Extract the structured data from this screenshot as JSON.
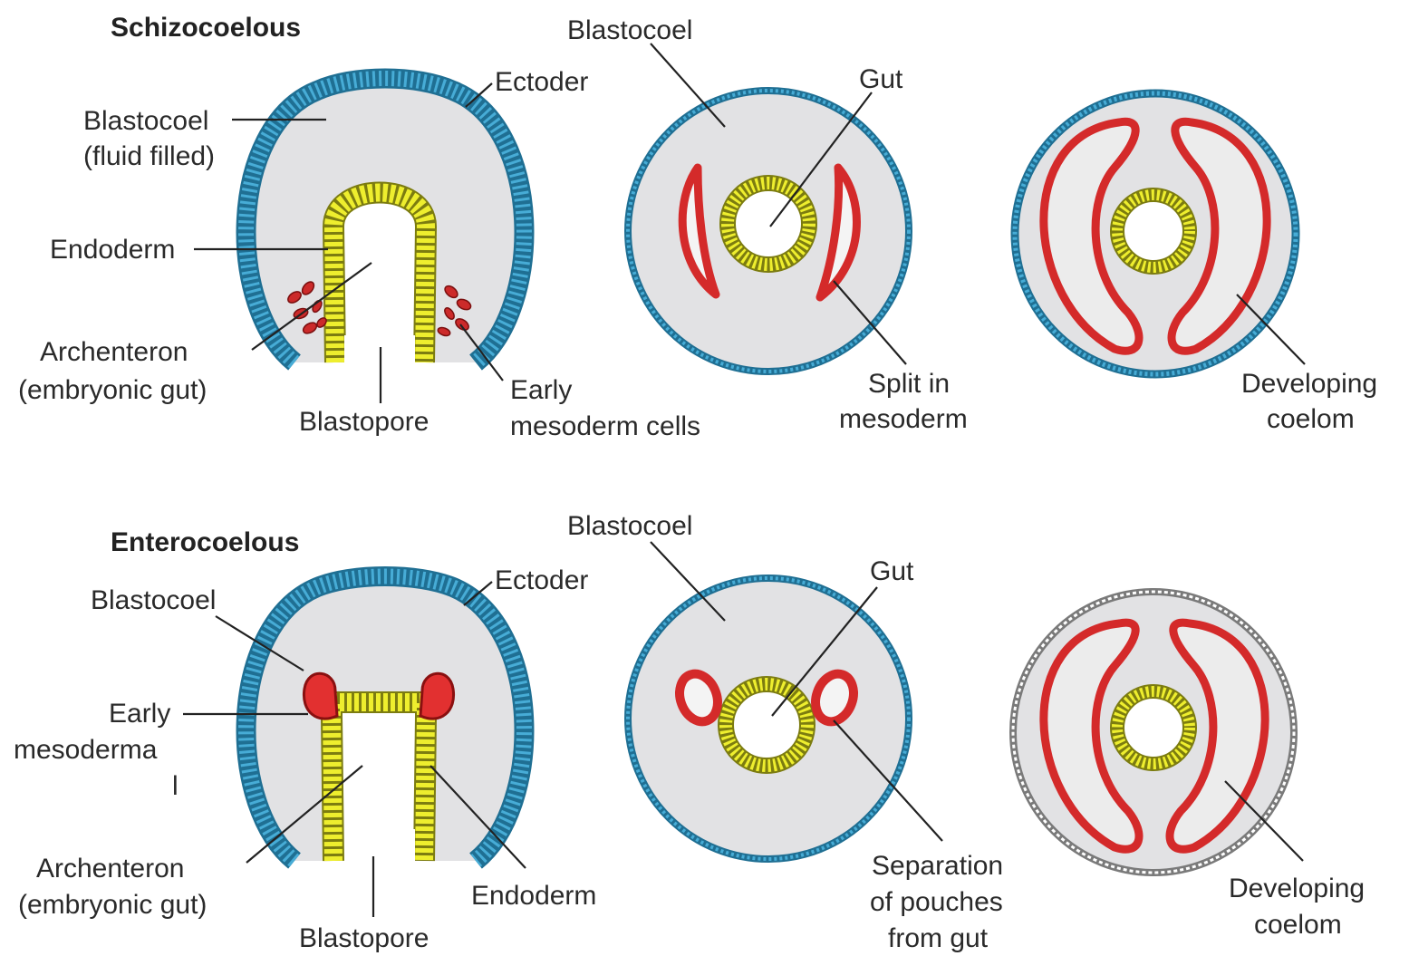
{
  "sections": {
    "schizo": {
      "title": "Schizocoelous",
      "gastrula": {
        "blastocoel": [
          "Blastocoel",
          "(fluid filled)"
        ],
        "ectoderm": "Ectoder",
        "endoderm": "Endoderm",
        "archenteron": [
          "Archenteron",
          "(embryonic gut)"
        ],
        "blastopore": "Blastopore",
        "early_mesoderm": [
          "Early",
          "mesoderm cells"
        ]
      },
      "section2": {
        "blastocoel": "Blastocoel",
        "gut": "Gut",
        "split": [
          "Split in",
          "mesoderm"
        ]
      },
      "section3": {
        "coelom": [
          "Developing",
          "coelom"
        ]
      }
    },
    "entero": {
      "title": "Enterocoelous",
      "gastrula": {
        "blastocoel": "Blastocoel",
        "ectoderm": "Ectoder",
        "early_mesoderm": [
          "Early",
          "mesoderma",
          "l"
        ],
        "archenteron": [
          "Archenteron",
          "(embryonic gut)"
        ],
        "blastopore": "Blastopore",
        "endoderm": "Endoderm"
      },
      "section2": {
        "blastocoel": "Blastocoel",
        "gut": "Gut",
        "separation": [
          "Separation",
          "of pouches",
          "from gut"
        ]
      },
      "section3": {
        "coelom": [
          "Developing",
          "coelom"
        ]
      }
    }
  },
  "colors": {
    "ectoderm": "#3a9ec8",
    "endoderm": "#eded2a",
    "mesoderm": "#d42a2a",
    "blastocoel": "#e2e2e4"
  }
}
